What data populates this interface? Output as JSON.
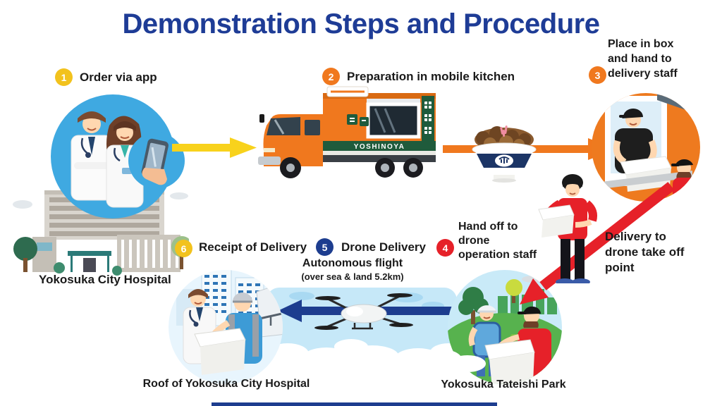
{
  "title": "Demonstration Steps and Procedure",
  "steps": [
    {
      "num": "1",
      "label": "Order via app"
    },
    {
      "num": "2",
      "label": "Preparation in mobile kitchen"
    },
    {
      "num": "3",
      "label": "Place in box\nand hand to\ndelivery staff"
    },
    {
      "num": "4",
      "label": "Hand off to\ndrone\noperation staff"
    },
    {
      "num": "5",
      "label": "Drone Delivery"
    },
    {
      "num": "6",
      "label": "Receipt of Delivery"
    }
  ],
  "flight": {
    "line1": "Autonomous flight",
    "line2": "(over sea & land 5.2km)"
  },
  "notes": {
    "delivery_point": "Delivery to\ndrone take off\npoint"
  },
  "locations": {
    "hospital": "Yokosuka City Hospital",
    "roof": "Roof of Yokosuka City Hospital",
    "park": "Yokosuka Tateishi Park"
  },
  "truck": {
    "brand": "YOSHINOYA"
  },
  "colors": {
    "title_blue": "#1E3C96",
    "step_yellow": "#F2C21D",
    "step_orange": "#F0781E",
    "step_red": "#E62129",
    "step_navy": "#1D3D8F",
    "arrow_yellow": "#F8D21C",
    "arrow_orange": "#F0781E",
    "arrow_red": "#E62129",
    "arrow_blue": "#1D3D8F",
    "circle_blue": "#3FA9E1",
    "truck_orange": "#F0781E",
    "truck_green": "#1F5B3C"
  }
}
